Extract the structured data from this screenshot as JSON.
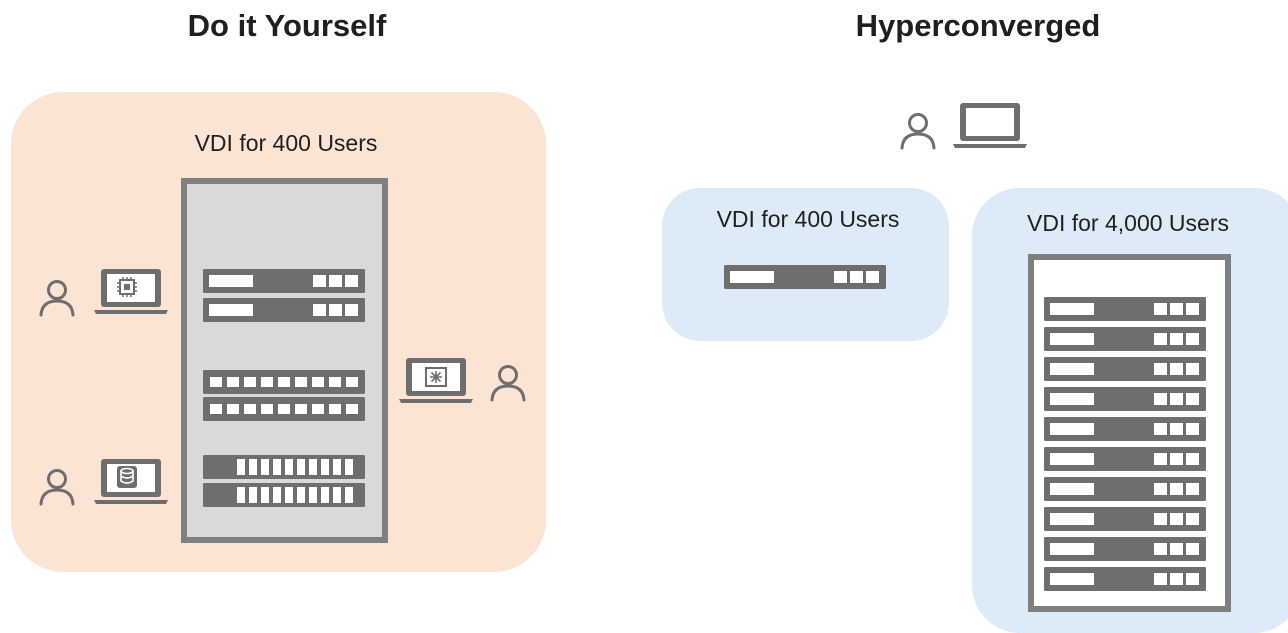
{
  "diagram": {
    "diy": {
      "title": "Do it Yourself",
      "panel_label": "VDI for 400 Users",
      "endpoints": [
        {
          "user_icon": "user-icon",
          "device_icon": "laptop-cpu-icon"
        },
        {
          "user_icon": "user-icon",
          "device_icon": "laptop-gpu-icon"
        },
        {
          "user_icon": "user-icon",
          "device_icon": "laptop-database-icon"
        }
      ],
      "rack_icon": "server-rack-icon"
    },
    "hyperconverged": {
      "title": "Hyperconverged",
      "small_panel_label": "VDI for 400 Users",
      "large_panel_label": "VDI for 4,000 Users",
      "endpoint": {
        "user_icon": "user-icon",
        "device_icon": "laptop-icon"
      },
      "small_node_icon": "server-node-icon",
      "large_rack_icon": "server-rack-icon",
      "large_rack_node_count": 10
    },
    "colors": {
      "diy_panel": "#fbe4d3",
      "hc_panel": "#dcebf7",
      "rack_frame": "#7f7f7f",
      "rack_fill": "#d9d9d9",
      "icon_gray": "#6e6e6e"
    }
  }
}
